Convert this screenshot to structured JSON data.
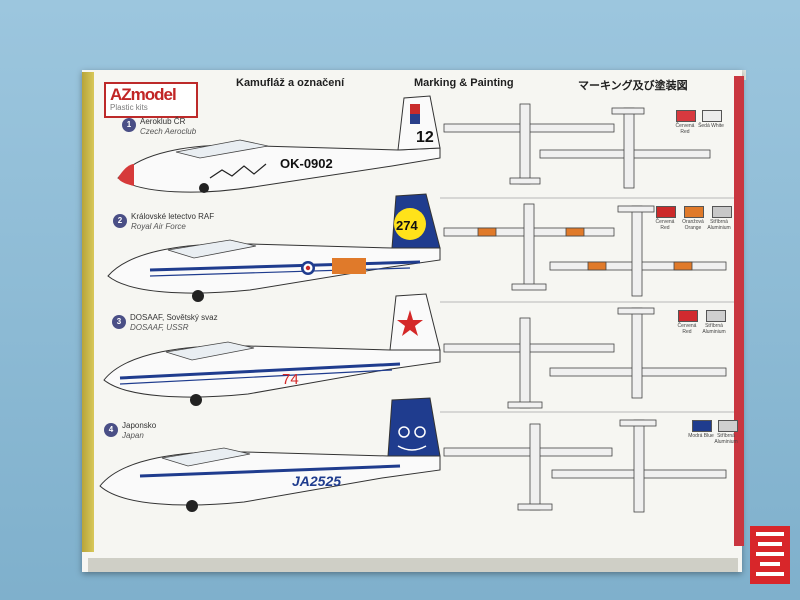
{
  "brand": {
    "name": "AZmodel",
    "tagline": "Plastic kits"
  },
  "headings": {
    "czech": "Kamufláž a označení",
    "english": "Marking & Painting",
    "japanese": "マーキング及び塗装図"
  },
  "schemes": [
    {
      "number": "1",
      "line1": "Aeroklub ČR",
      "line2": "Czech Aeroclub",
      "registration": "OK-0902",
      "tail_code": "12"
    },
    {
      "number": "2",
      "line1": "Královské letectvo RAF",
      "line2": "Royal Air Force",
      "registration": "",
      "tail_code": "274"
    },
    {
      "number": "3",
      "line1": "DOSAAF, Sovětský svaz",
      "line2": "DOSAAF, USSR",
      "registration": "",
      "tail_code": "74"
    },
    {
      "number": "4",
      "line1": "Japonsko",
      "line2": "Japan",
      "registration": "JA2525",
      "tail_code": ""
    }
  ],
  "color_keys": [
    {
      "row": 1,
      "swatches": [
        {
          "label": "Červená Red",
          "color": "#d8393f"
        },
        {
          "label": "Šedá White",
          "color": "#ececec"
        }
      ]
    },
    {
      "row": 2,
      "swatches": [
        {
          "label": "Červená Red",
          "color": "#cc2a2a"
        },
        {
          "label": "Oranžová Orange",
          "color": "#e07a2a"
        },
        {
          "label": "Stříbrná Aluminium",
          "color": "#c8c8c8"
        }
      ]
    },
    {
      "row": 3,
      "swatches": [
        {
          "label": "Červená Red",
          "color": "#d12a2f"
        },
        {
          "label": "Stříbrná Aluminium",
          "color": "#cfcfcf"
        }
      ]
    },
    {
      "row": 4,
      "swatches": [
        {
          "label": "Modrá Blue",
          "color": "#1f3c8e"
        },
        {
          "label": "Stříbrná Aluminium",
          "color": "#cfcfcf"
        }
      ]
    }
  ],
  "colors": {
    "background": "#88b8d4",
    "box": "#f6f6f2",
    "brand_red": "#c12525",
    "scheme_blue": "#1f3c8e",
    "raf_orange": "#e07a2a"
  }
}
